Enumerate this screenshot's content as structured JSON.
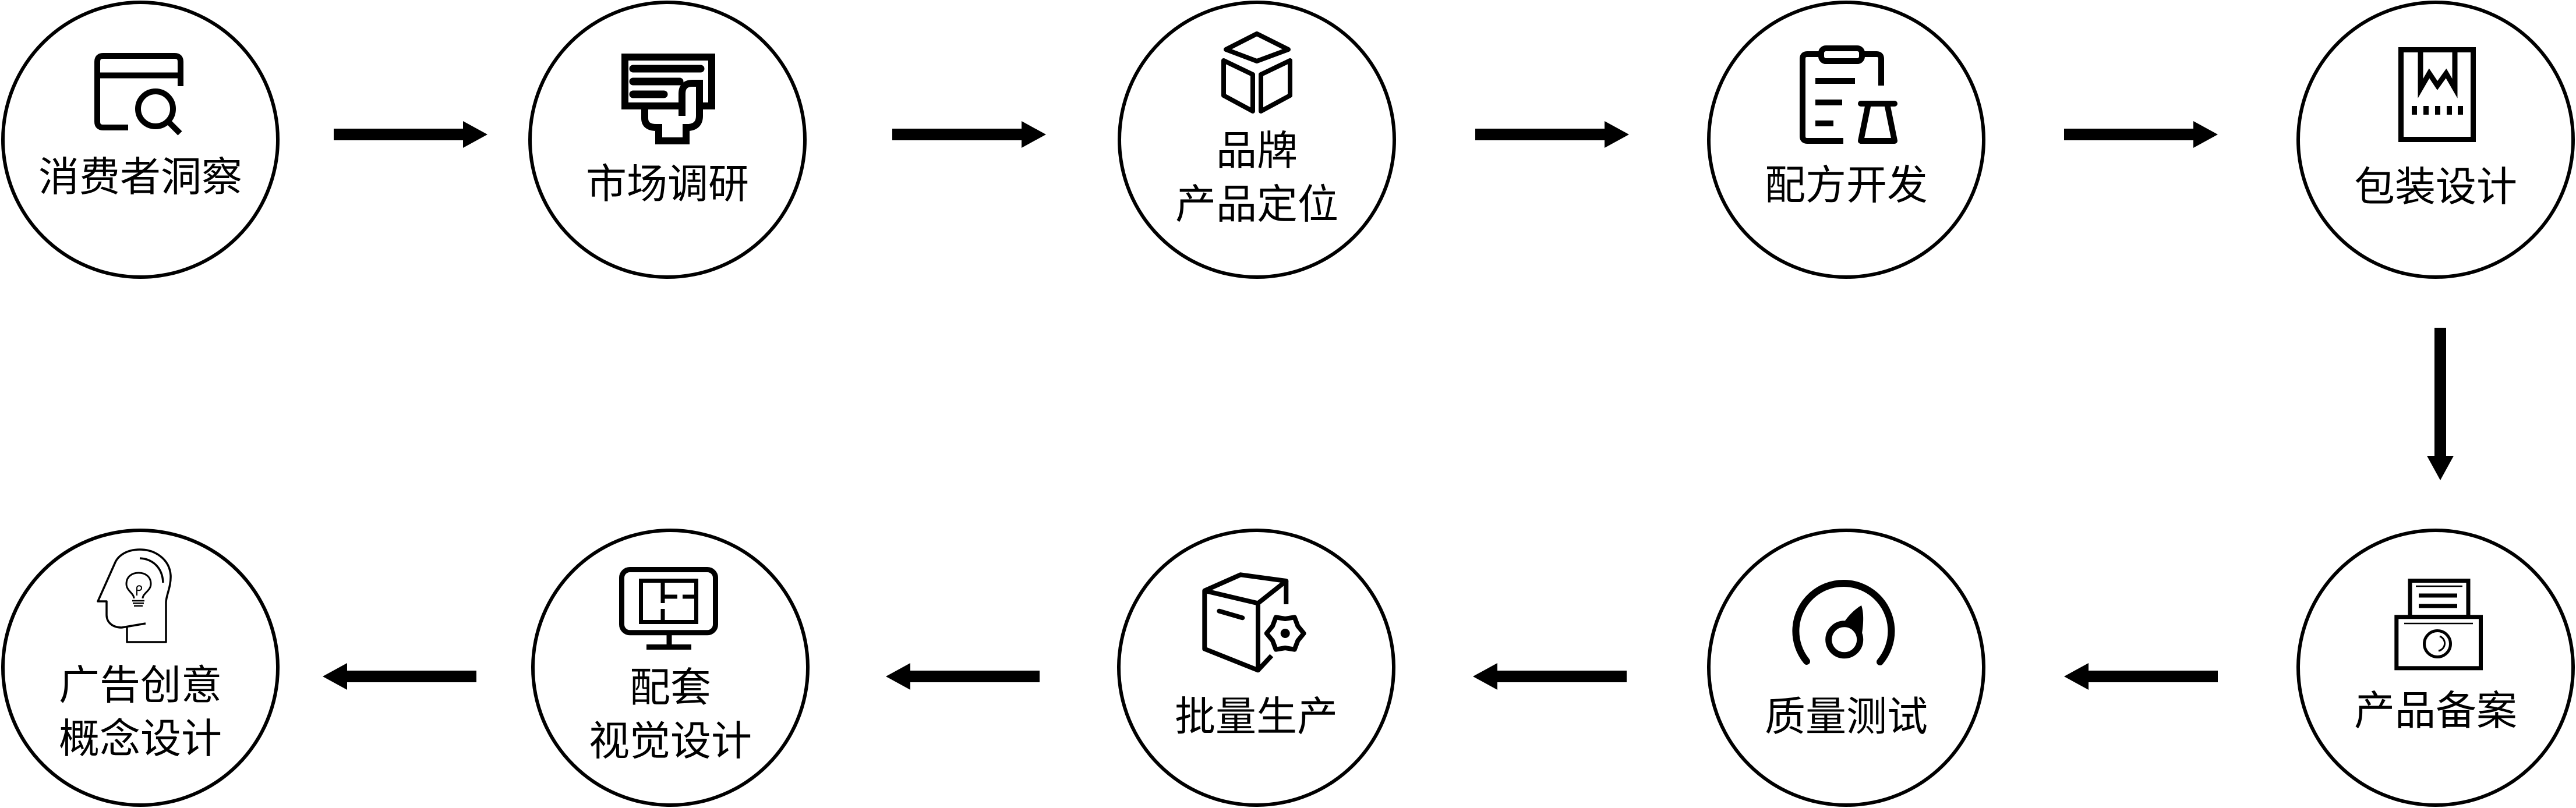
{
  "diagram": {
    "type": "process-flow",
    "colors": {
      "stroke": "#000000",
      "text": "#000000",
      "background": "#ffffff"
    },
    "steps": [
      {
        "order": 1,
        "label_lines": [
          "消费者洞察"
        ],
        "icon": "browser-search-icon"
      },
      {
        "order": 2,
        "label_lines": [
          "市场调研"
        ],
        "icon": "hand-holding-survey-card-icon"
      },
      {
        "order": 3,
        "label_lines": [
          "品牌",
          "产品定位"
        ],
        "icon": "cube-icon"
      },
      {
        "order": 4,
        "label_lines": [
          "配方开发"
        ],
        "icon": "clipboard-flask-icon"
      },
      {
        "order": 5,
        "label_lines": [
          "包装设计"
        ],
        "icon": "package-box-icon"
      },
      {
        "order": 6,
        "label_lines": [
          "产品备案"
        ],
        "icon": "filing-printer-icon"
      },
      {
        "order": 7,
        "label_lines": [
          "质量测试"
        ],
        "icon": "gauge-icon"
      },
      {
        "order": 8,
        "label_lines": [
          "批量生产"
        ],
        "icon": "box-gear-icon"
      },
      {
        "order": 9,
        "label_lines": [
          "配套",
          "视觉设计"
        ],
        "icon": "monitor-layout-icon"
      },
      {
        "order": 10,
        "label_lines": [
          "广告创意",
          "概念设计"
        ],
        "icon": "head-lightbulb-icon"
      }
    ],
    "connectors": [
      {
        "from": 1,
        "to": 2,
        "direction": "right"
      },
      {
        "from": 2,
        "to": 3,
        "direction": "right"
      },
      {
        "from": 3,
        "to": 4,
        "direction": "right"
      },
      {
        "from": 4,
        "to": 5,
        "direction": "right"
      },
      {
        "from": 5,
        "to": 6,
        "direction": "down"
      },
      {
        "from": 6,
        "to": 7,
        "direction": "left"
      },
      {
        "from": 7,
        "to": 8,
        "direction": "left"
      },
      {
        "from": 8,
        "to": 9,
        "direction": "left"
      },
      {
        "from": 9,
        "to": 10,
        "direction": "left"
      }
    ]
  }
}
